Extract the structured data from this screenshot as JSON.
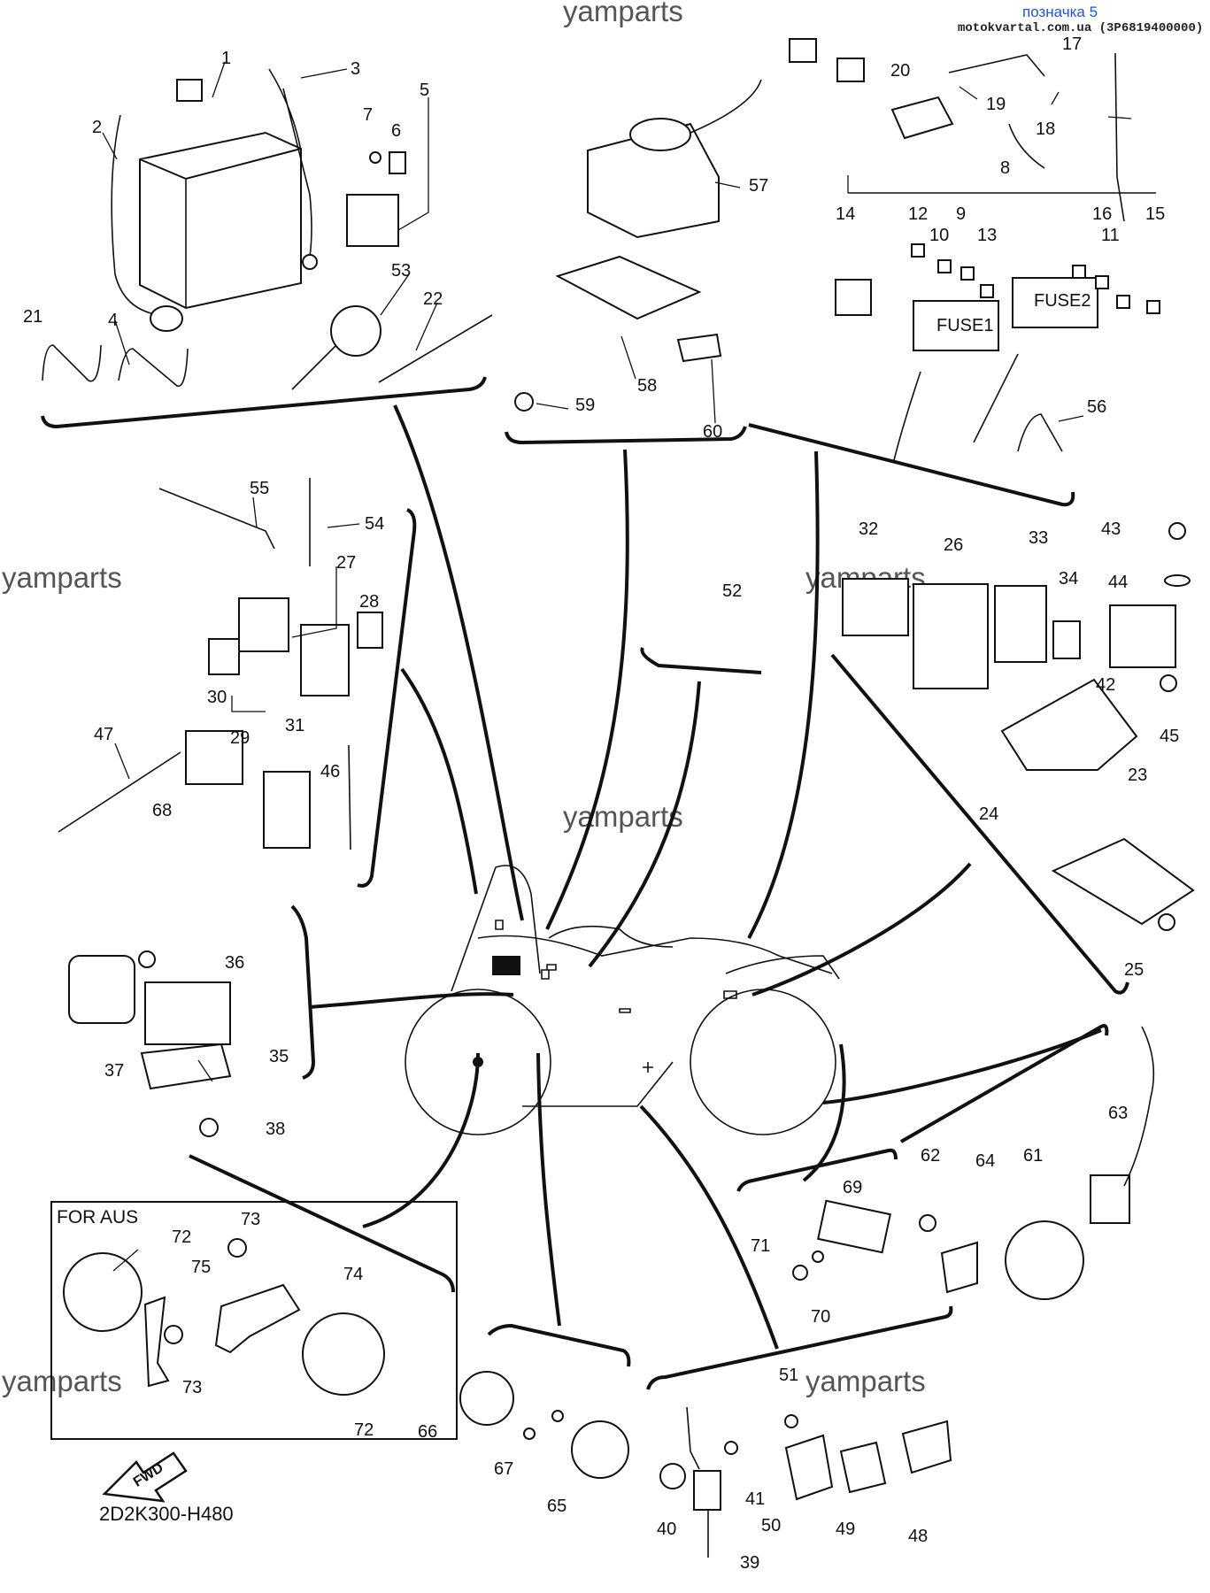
{
  "header": {
    "badge": "позначка 5",
    "source": "motokvartal.com.ua (3P6819400000)"
  },
  "watermark": "yamparts",
  "footer": {
    "diagram_code": "2D2K300-H480",
    "fwd_label": "FWD"
  },
  "aus_box": {
    "label": "FOR AUS"
  },
  "callouts": [
    "1",
    "2",
    "3",
    "4",
    "5",
    "6",
    "7",
    "8",
    "9",
    "10",
    "11",
    "12",
    "13",
    "14",
    "15",
    "16",
    "17",
    "18",
    "19",
    "20",
    "21",
    "22",
    "23",
    "24",
    "25",
    "26",
    "27",
    "28",
    "29",
    "30",
    "31",
    "32",
    "33",
    "34",
    "35",
    "36",
    "37",
    "38",
    "39",
    "40",
    "41",
    "42",
    "43",
    "44",
    "45",
    "46",
    "47",
    "48",
    "49",
    "50",
    "51",
    "52",
    "53",
    "54",
    "55",
    "56",
    "57",
    "58",
    "59",
    "60",
    "61",
    "62",
    "63",
    "64",
    "65",
    "66",
    "67",
    "68",
    "69",
    "70",
    "71",
    "72",
    "73",
    "74",
    "75"
  ],
  "fuse_labels": [
    "FUSE1",
    "FUSE2"
  ]
}
